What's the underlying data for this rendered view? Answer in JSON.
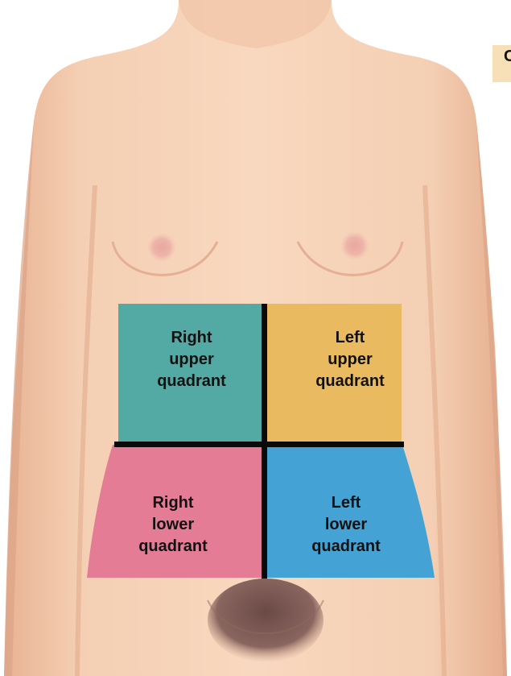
{
  "figure": {
    "quadrants": [
      {
        "id": "ruq",
        "label": "Right\nupper\nquadrant",
        "color": "#4aa8a2"
      },
      {
        "id": "luq",
        "label": "Left\nupper\nquadrant",
        "color": "#e8b85a"
      },
      {
        "id": "rlq",
        "label": "Right\nlower\nquadrant",
        "color": "#e47793"
      },
      {
        "id": "llq",
        "label": "Left\nlower\nquadrant",
        "color": "#3a9fd6"
      }
    ],
    "corner_tag_text": "C",
    "corner_tag_color": "#f7dfb7",
    "divider_color": "#0a0a0a",
    "skin_color": "#f2c7a8"
  }
}
